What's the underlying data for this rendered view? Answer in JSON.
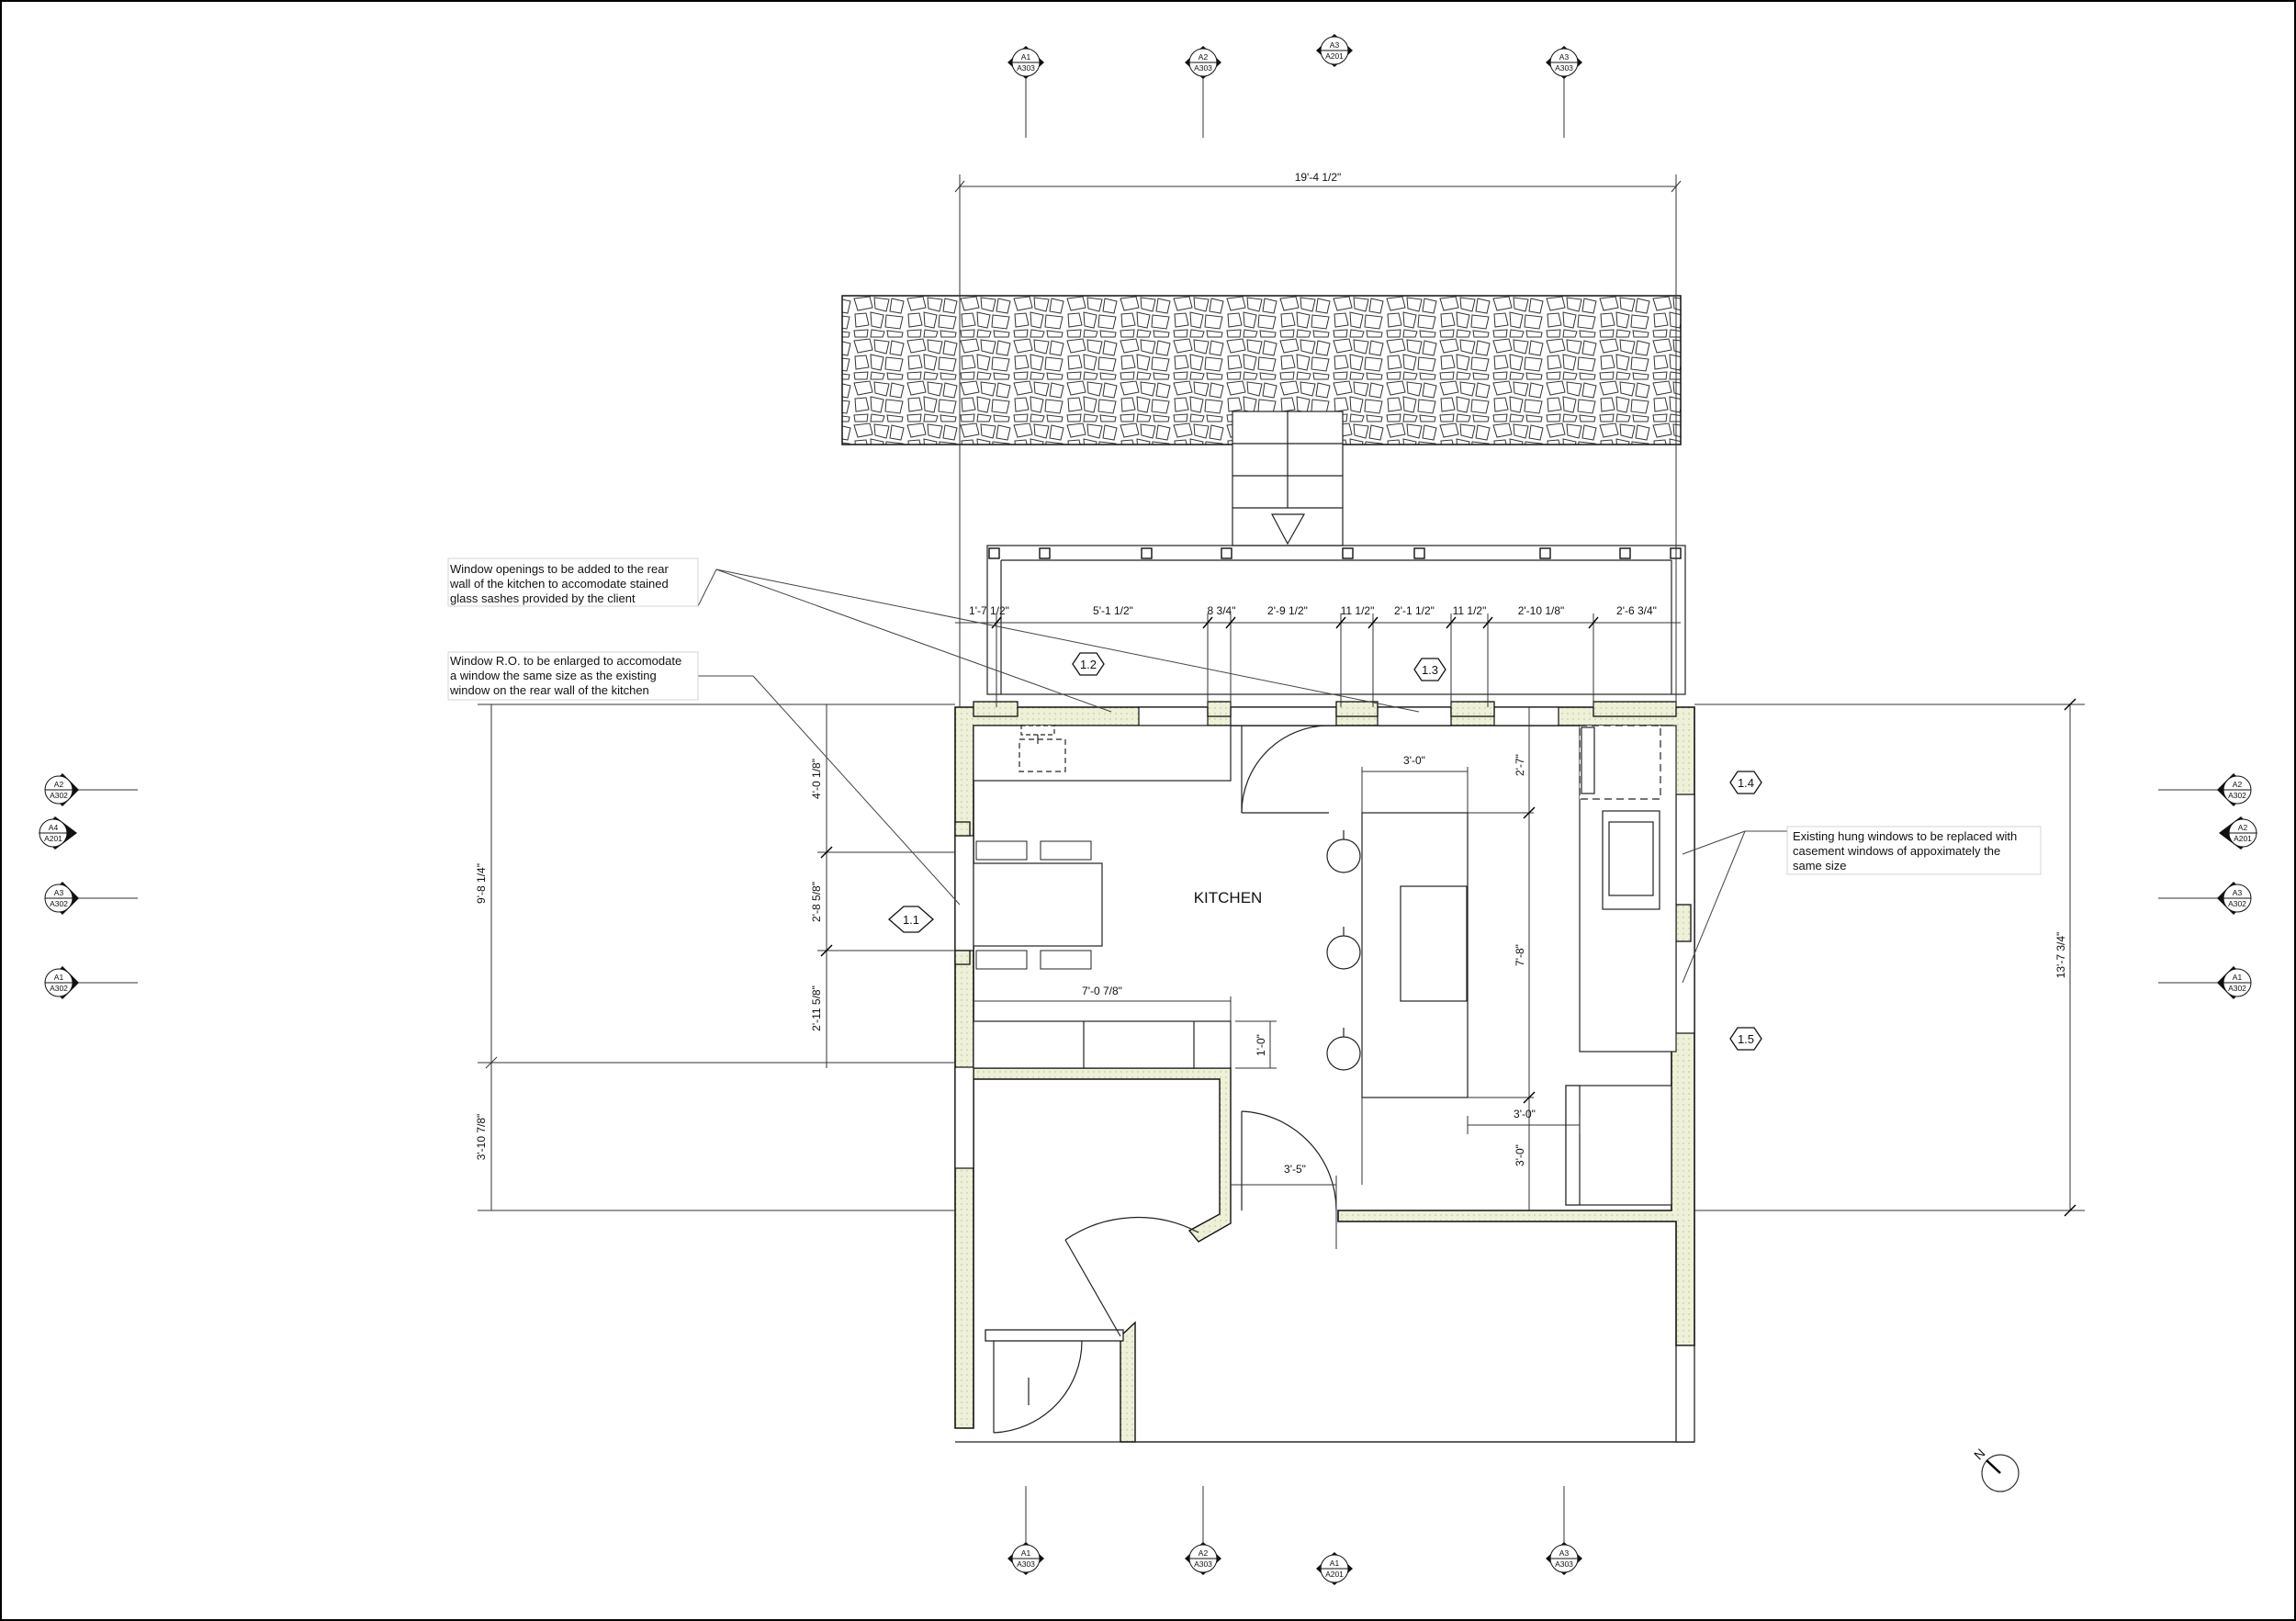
{
  "room_label": "KITCHEN",
  "dimensions": {
    "overall_width": "19'-4 1/2\"",
    "top_segments": [
      "1'-7 1/2\"",
      "5'-1 1/2\"",
      "8 3/4\"",
      "2'-9 1/2\"",
      "11 1/2\"",
      "2'-1 1/2\"",
      "11 1/2\"",
      "2'-10 1/8\"",
      "2'-6 3/4\""
    ],
    "left_upper": "9'-8 1/4\"",
    "left_lower": "3'-10 7/8\"",
    "right_overall": "13'-7 3/4\"",
    "window_left_top": "4'-0 1/8\"",
    "window_left_mid": "2'-8 5/8\"",
    "window_left_bottom": "2'-11 5/8\"",
    "counter_width": "7'-0 7/8\"",
    "counter_depth": "1'-0\"",
    "island_width": "3'-0\"",
    "island_top_clear": "2'-7\"",
    "island_length": "7'-8\"",
    "island_right_clear": "3'-0\"",
    "island_bottom_clear": "3'-0\"",
    "door_clear": "3'-5\""
  },
  "notes": {
    "rear_openings": [
      "Window openings to be added to the rear",
      "wall of the kitchen to accomodate stained",
      "glass sashes provided by the client"
    ],
    "ro_enlarge": [
      "Window R.O. to be enlarged to accomodate",
      "a window the same size as the existing",
      "window on the rear wall of the kitchen"
    ],
    "casement": [
      "Existing hung windows to be replaced with",
      "casement windows of appoximately the",
      "same size"
    ]
  },
  "tags": [
    "1.1",
    "1.2",
    "1.3",
    "1.4",
    "1.5"
  ],
  "section_markers": {
    "top": [
      [
        "A1",
        "A303"
      ],
      [
        "A2",
        "A303"
      ],
      [
        "A3",
        "A201"
      ],
      [
        "A3",
        "A303"
      ]
    ],
    "bottom": [
      [
        "A1",
        "A303"
      ],
      [
        "A2",
        "A303"
      ],
      [
        "A1",
        "A201"
      ],
      [
        "A3",
        "A303"
      ]
    ],
    "left": [
      [
        "A2",
        "A302"
      ],
      [
        "A4",
        "A201"
      ],
      [
        "A3",
        "A302"
      ],
      [
        "A1",
        "A302"
      ]
    ],
    "right": [
      [
        "A2",
        "A302"
      ],
      [
        "A2",
        "A201"
      ],
      [
        "A3",
        "A302"
      ],
      [
        "A1",
        "A302"
      ]
    ]
  },
  "north_label": "N",
  "icons": [
    "north-arrow-icon",
    "section-marker-icon",
    "stone-hatch-pattern"
  ]
}
